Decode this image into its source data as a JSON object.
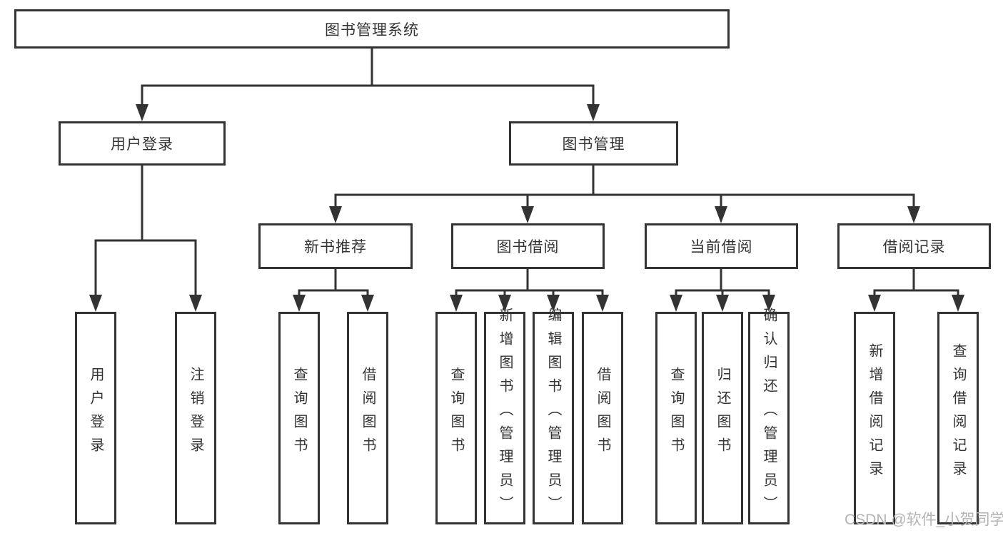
{
  "colors": {
    "line": "#333333",
    "box_border": "#333333",
    "text": "#333333",
    "watermark": "#b4b4b4",
    "background": "#ffffff"
  },
  "watermark": {
    "text": "CSDN @软件_小贺同学"
  },
  "diagram": {
    "root": {
      "label": "图书管理系统"
    },
    "level2": [
      {
        "label": "用户登录"
      },
      {
        "label": "图书管理"
      }
    ],
    "level3": [
      {
        "label": "新书推荐"
      },
      {
        "label": "图书借阅"
      },
      {
        "label": "当前借阅"
      },
      {
        "label": "借阅记录"
      }
    ],
    "leaves": {
      "user_login": [
        {
          "label": "用户登录"
        },
        {
          "label": "注销登录"
        }
      ],
      "new_book": [
        {
          "label": "查询图书"
        },
        {
          "label": "借阅图书"
        }
      ],
      "book_borrow": [
        {
          "label": "查询图书"
        },
        {
          "label": "新增图书（管理员）"
        },
        {
          "label": "编辑图书（管理员）"
        },
        {
          "label": "借阅图书"
        }
      ],
      "current_borrow": [
        {
          "label": "查询图书"
        },
        {
          "label": "归还图书"
        },
        {
          "label": "确认归还（管理员）"
        }
      ],
      "borrow_records": [
        {
          "label": "新增借阅记录"
        },
        {
          "label": "查询借阅记录"
        }
      ]
    }
  }
}
